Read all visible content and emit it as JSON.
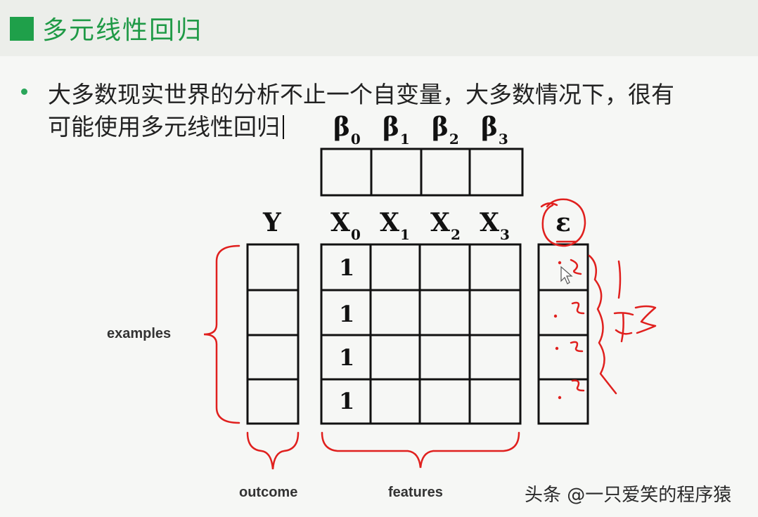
{
  "title": "多元线性回归",
  "bullet": {
    "line1": "大多数现实世界的分析不止一个自变量，大多数情况下，很有",
    "line2": "可能使用多元线性回归"
  },
  "beta": [
    {
      "base": "β",
      "sub": "0"
    },
    {
      "base": "β",
      "sub": "1"
    },
    {
      "base": "β",
      "sub": "2"
    },
    {
      "base": "β",
      "sub": "3"
    }
  ],
  "y_label": "Y",
  "x_labels": [
    {
      "base": "X",
      "sub": "0"
    },
    {
      "base": "X",
      "sub": "1"
    },
    {
      "base": "X",
      "sub": "2"
    },
    {
      "base": "X",
      "sub": "3"
    }
  ],
  "epsilon": "ε",
  "intercept_values": [
    "1",
    "1",
    "1",
    "1"
  ],
  "labels": {
    "examples": "examples",
    "outcome": "outcome",
    "features": "features"
  },
  "colors": {
    "title_green": "#1f9a46",
    "annotation_red": "#e0201e"
  },
  "watermark": "头条 @一只爱笑的程序猿"
}
